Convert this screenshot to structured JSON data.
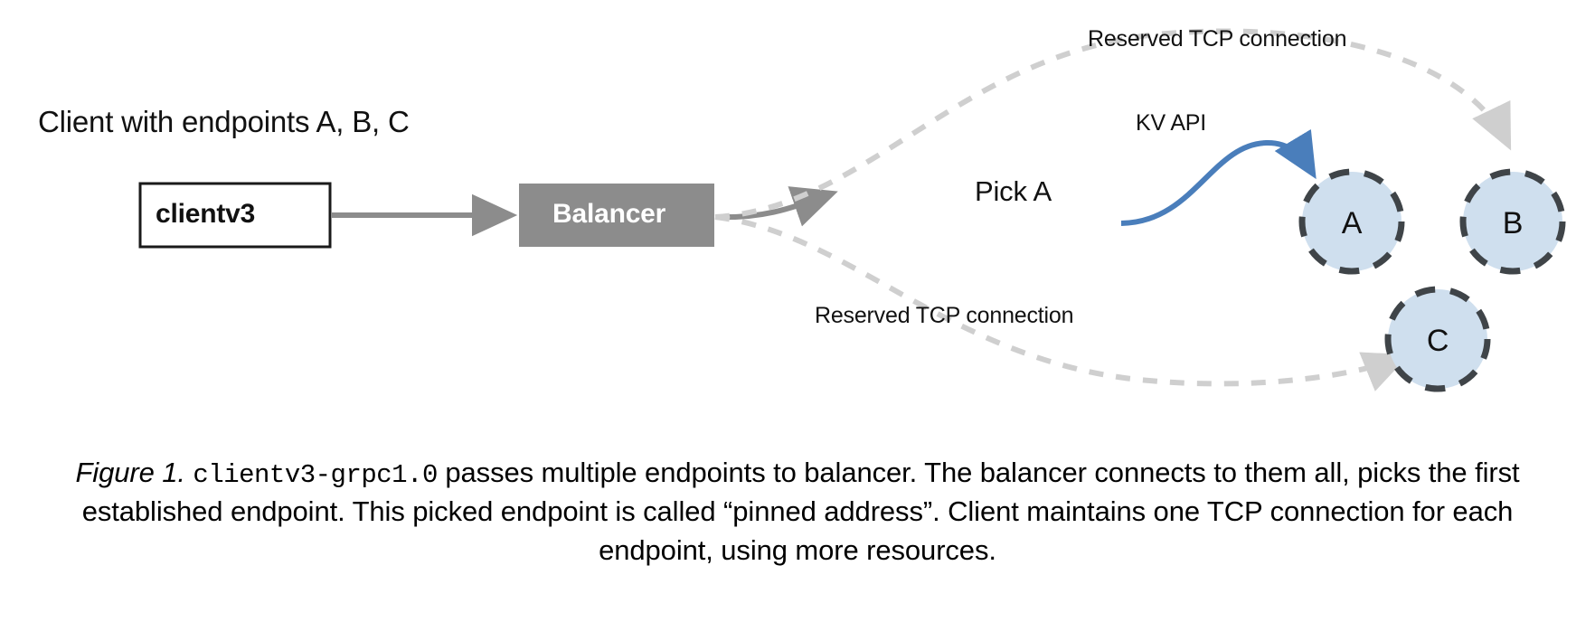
{
  "figure": {
    "client_caption": "Client with endpoints A, B, C",
    "client_box_label": "clientv3",
    "balancer_box_label": "Balancer",
    "pick_label": "Pick A",
    "kv_api_label": "KV API",
    "reserved_top_label": "Reserved TCP connection",
    "reserved_bottom_label": "Reserved TCP connection",
    "nodes": [
      {
        "id": "a",
        "label": "A"
      },
      {
        "id": "b",
        "label": "B"
      },
      {
        "id": "c",
        "label": "C"
      }
    ],
    "colors": {
      "node_fill": "#cfdfee",
      "node_stroke": "#3f4448",
      "balancer_fill": "#8c8c8c",
      "balancer_text": "#ffffff",
      "solid_arrow": "#8c8c8c",
      "dashed_arrow": "#cfcfcf",
      "kv_api_arrow": "#4a7ebb",
      "client_box_stroke": "#1a1a1a",
      "background": "#ffffff",
      "text": "#111111"
    }
  },
  "caption": {
    "figure_number": "Figure 1.",
    "code_term": "clientv3-grpc1.0",
    "body_part_1": " passes multiple endpoints to balancer. The balancer connects to them all, picks the first established endpoint. This picked endpoint is called “pinned address”. Client maintains one TCP connection for each endpoint, using more resources."
  }
}
